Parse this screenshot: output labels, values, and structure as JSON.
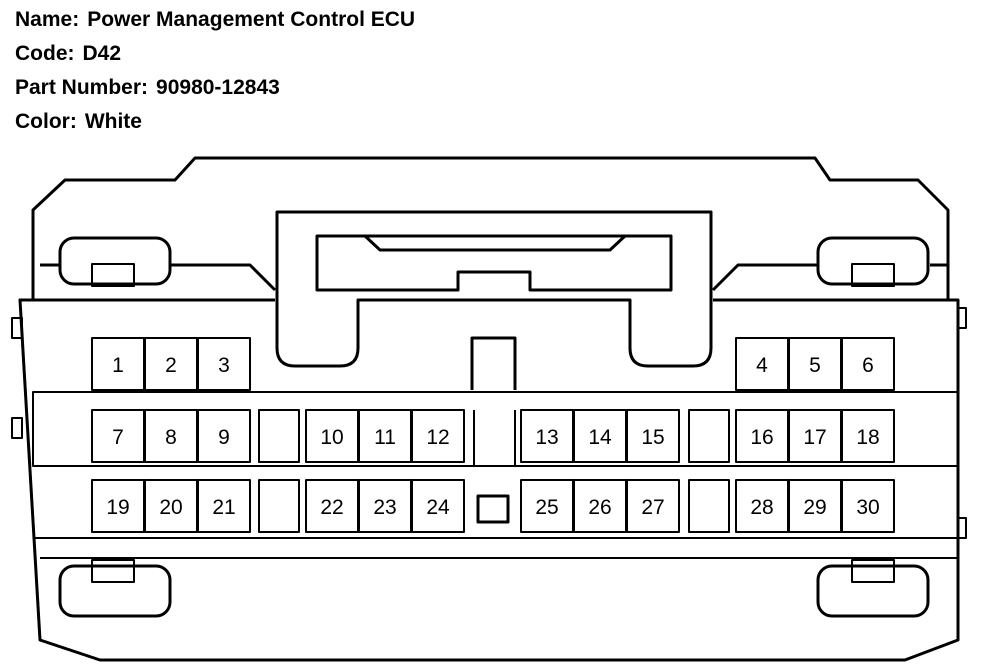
{
  "header": {
    "name_label": "Name:",
    "name_value": "Power Management Control ECU",
    "code_label": "Code:",
    "code_value": "D42",
    "part_label": "Part Number:",
    "part_value": "90980-12843",
    "color_label": "Color:",
    "color_value": "White"
  },
  "connector": {
    "pins": [
      "1",
      "2",
      "3",
      "4",
      "5",
      "6",
      "7",
      "8",
      "9",
      "10",
      "11",
      "12",
      "13",
      "14",
      "15",
      "16",
      "17",
      "18",
      "19",
      "20",
      "21",
      "22",
      "23",
      "24",
      "25",
      "26",
      "27",
      "28",
      "29",
      "30"
    ]
  }
}
